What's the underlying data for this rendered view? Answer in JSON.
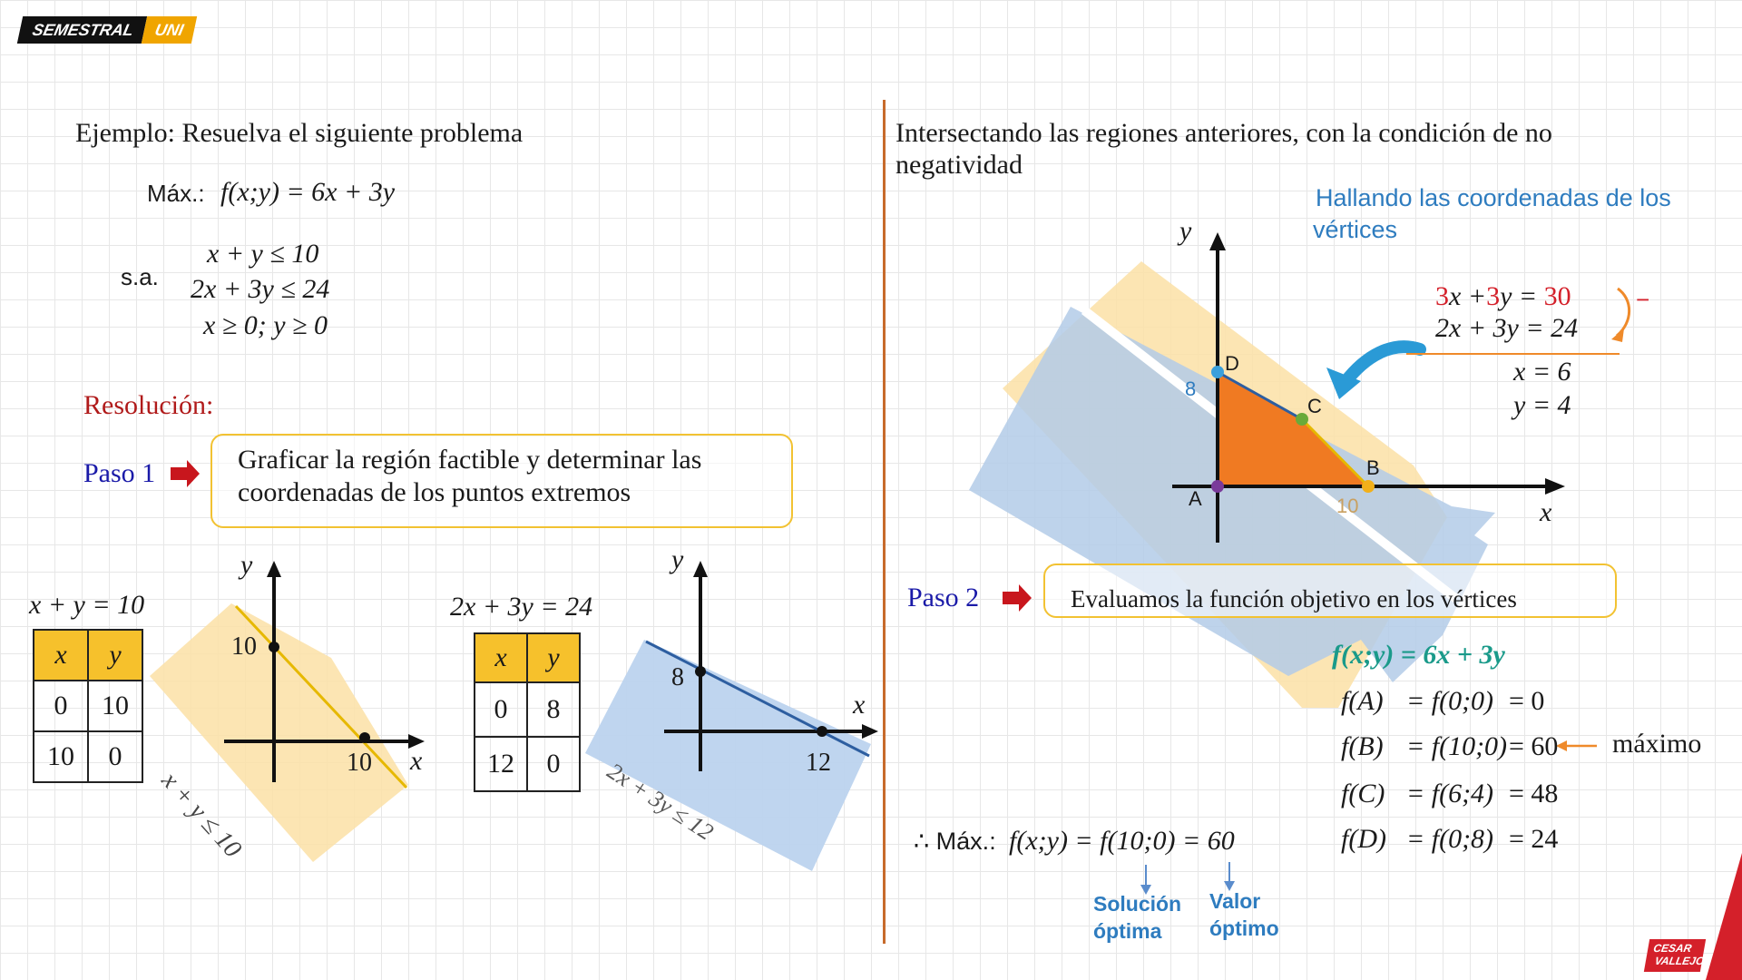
{
  "brand": {
    "part1": "SEMESTRAL",
    "part2": "UNI"
  },
  "left": {
    "title": "Ejemplo: Resuelva el siguiente problema",
    "objective_prefix": "Máx.:",
    "objective": "f(x;y) = 6x + 3y",
    "sa": "s.a.",
    "constraints": [
      "x + y ≤ 10",
      "2x + 3y ≤ 24",
      "x ≥ 0; y ≥ 0"
    ],
    "resolution": "Resolución:",
    "step1_label": "Paso 1",
    "step1_text_line1": "Graficar la región factible y determinar las",
    "step1_text_line2": "coordenadas de  los puntos extremos",
    "eq1": "x + y = 10",
    "table1": {
      "headers": [
        "x",
        "y"
      ],
      "rows": [
        [
          "0",
          "10"
        ],
        [
          "10",
          "0"
        ]
      ]
    },
    "graph1": {
      "y_label": "y",
      "x_label": "x",
      "y_tick": "10",
      "x_tick": "10",
      "region_label": "x + y ≤ 10"
    },
    "eq2": "2x + 3y = 24",
    "table2": {
      "headers": [
        "x",
        "y"
      ],
      "rows": [
        [
          "0",
          "8"
        ],
        [
          "12",
          "0"
        ]
      ]
    },
    "graph2": {
      "y_label": "y",
      "x_label": "x",
      "y_tick": "8",
      "x_tick": "12",
      "region_label": "2x + 3y ≤ 12"
    }
  },
  "right": {
    "title_line1": "Intersectando las regiones anteriores, con la condición de no",
    "title_line2": "negatividad",
    "vertices_title_line1": "Hallando las coordenadas de los",
    "vertices_title_line2": "vértices",
    "system": {
      "line1_parts": [
        "3",
        "x +",
        "3",
        "y = ",
        "30"
      ],
      "line2": "2x + 3y = 24",
      "minus": "−",
      "x_result": "x  = 6",
      "y_result": "y  = 4"
    },
    "graph": {
      "y_label": "y",
      "x_label": "x",
      "y_tick": "8",
      "x_tick": "10",
      "points": {
        "A": "A",
        "B": "B",
        "C": "C",
        "D": "D"
      }
    },
    "step2_label": "Paso 2",
    "step2_text": "Evaluamos la función objetivo en los vértices",
    "objective_green": "f(x;y) = 6x + 3y",
    "evaluations": [
      {
        "left": "f(A)",
        "mid": "= f(0;0)",
        "val": "= 0"
      },
      {
        "left": "f(B)",
        "mid": "= f(10;0)",
        "val": "= 60"
      },
      {
        "left": "f(C)",
        "mid": "= f(6;4)",
        "val": "= 48"
      },
      {
        "left": "f(D)",
        "mid": "= f(0;8)",
        "val": "= 24"
      }
    ],
    "max_label": "máximo",
    "conclusion_prefix": "∴ Máx.:",
    "conclusion": "f(x;y) = f(10;0) = 60",
    "solution_label_line1": "Solución",
    "solution_label_line2": "óptima",
    "value_label_line1": "Valor",
    "value_label_line2": "óptimo"
  },
  "colors": {
    "accent_yellow": "#f6c12c",
    "blue_text": "#1a1aa8",
    "red_text": "#b01a1a",
    "teal": "#1a9a8a",
    "orange_region": "#f07a22",
    "vertex_title": "#2e7cbf"
  },
  "footer_logo": {
    "line1": "CESAR",
    "line2": "VALLEJO"
  }
}
